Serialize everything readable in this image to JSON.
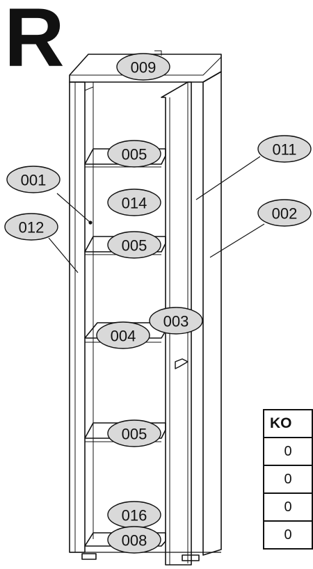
{
  "header": {
    "letter": "R"
  },
  "callouts": [
    {
      "id": "c009",
      "label": "009"
    },
    {
      "id": "c005a",
      "label": "005"
    },
    {
      "id": "c011",
      "label": "011"
    },
    {
      "id": "c001",
      "label": "001"
    },
    {
      "id": "c014",
      "label": "014"
    },
    {
      "id": "c002",
      "label": "002"
    },
    {
      "id": "c012",
      "label": "012"
    },
    {
      "id": "c005b",
      "label": "005"
    },
    {
      "id": "c003",
      "label": "003"
    },
    {
      "id": "c004",
      "label": "004"
    },
    {
      "id": "c005c",
      "label": "005"
    },
    {
      "id": "c016",
      "label": "016"
    },
    {
      "id": "c008",
      "label": "008"
    }
  ],
  "table": {
    "header": "KO",
    "rows": [
      "0",
      "0",
      "0",
      "0"
    ]
  }
}
